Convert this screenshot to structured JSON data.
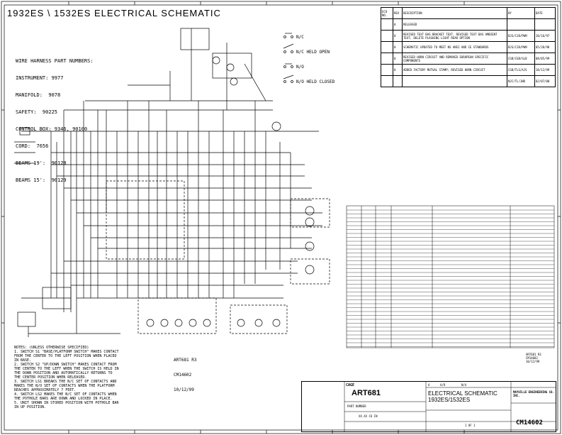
{
  "title": "1932ES \\ 1532ES ELECTRICAL SCHEMATIC",
  "harness": {
    "heading": "WIRE HARNESS PART NUMBERS:",
    "lines": [
      "INSTRUMENT: 9977",
      "MANIFOLD:  9078",
      "SAFETY:  90225",
      "CONTROL BOX: 9346, 90100",
      "CORD:  7656",
      "BEAMS 19':  90128",
      "BEAMS 15':  90129"
    ]
  },
  "legend": {
    "nc": "N/C",
    "nc_held": "N/C HELD OPEN",
    "no": "N/O",
    "no_held": "N/O HELD CLOSED"
  },
  "notes": {
    "heading": "NOTES: (UNLESS OTHERWISE SPECIFIED)",
    "items": [
      "1. SWITCH S1 \"BASE/PLATFORM SWITCH\" MAKES CONTACT FROM THE CENTER TO THE LEFT POSITION WHEN PLACED IN BASE.",
      "2. SWITCH S2 \"UP/DOWN SWITCH\" MAKES CONTACT FROM THE CENTER TO THE LEFT WHEN THE SWITCH IS HELD IN THE DOWN POSITION AND AUTOMATICALLY RETURNS TO THE CENTER POSITION WHEN RELEASED.",
      "3. SWITCH LS1 BREAKS THE N/C SET OF CONTACTS AND MAKES THE N/O SET OF CONTACTS WHEN THE PLATFORM REACHES APPROXIMATELY 7 FEET.",
      "4. SWITCH LS2 MAKES THE N/C SET OF CONTACTS WHEN THE POTHOLE BARS ARE DOWN AND LOCKED IN PLACE.",
      "5. UNIT SHOWN IN STORED POSITION WITH POTHOLE BAR IN UP POSITION."
    ]
  },
  "art_ref": [
    "ART681 R3",
    "CM14602",
    "10/12/99"
  ],
  "revisions": {
    "header": [
      "ECO NO.",
      "REV",
      "DESCRIPTION",
      "BY",
      "DATE"
    ],
    "rows": [
      {
        "rev": "0",
        "desc": "RELEASED",
        "by": "",
        "date": ""
      },
      {
        "rev": "0",
        "desc": "REVISED TEXT BAS BRACKET TEXT, REVISED TEXT BAS AMBIENT TEXT; DELETE PLASHING LIGHT REAR OPTION",
        "by": "BJS/CJB/PWM",
        "date": "10/16/97"
      },
      {
        "rev": "0",
        "desc": "SCHEMATIC UPDATED TO MEET NS ANSI AND CE STANDARDS",
        "by": "BJS/CJB/PWM",
        "date": "05/20/98"
      },
      {
        "rev": "0",
        "desc": "REVISED HORN CIRCUIT AND REMOVED EUROPEAN SPECIFIC COMPONENTS",
        "by": "CGB/CGB/SLB",
        "date": "08/05/99"
      },
      {
        "rev": "0",
        "desc": "ADDED FACTORY MUTUAL STAMP; REVISED HORN CIRCUIT",
        "by": "CGB/TLS/AJS",
        "date": "10/12/99"
      },
      {
        "rev": "",
        "desc": "",
        "by": "NJC/TL/JWD",
        "date": "02/07/00"
      }
    ]
  },
  "titleblock": {
    "cage": "CAGE",
    "art": "ART681",
    "part_number_label": "PART NUMBER",
    "title_l1": "ELECTRICAL SCHEMATIC",
    "title_l2": "1932ES/1532ES",
    "company": "MAYVILLE ENGINEERING CO. INC.",
    "dwg_no": "CM14602",
    "scale": "XX.XX CU IN",
    "sheet": "1 OF 1",
    "size": "A",
    "rev_label": "A/R",
    "na": "N/A"
  },
  "rev_right": [
    "ART681 R3",
    "CM14602",
    "10/12/99"
  ]
}
